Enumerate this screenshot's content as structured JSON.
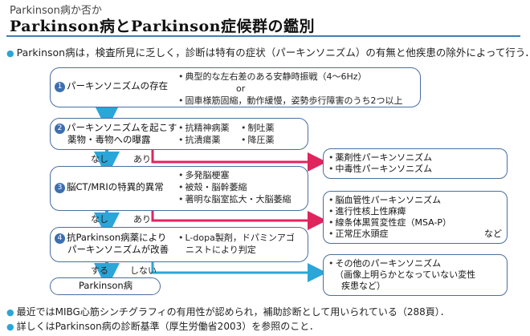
{
  "header": {
    "kicker": "Parkinson病か否か",
    "title": "Parkinson病とParkinson症候群の鑑別"
  },
  "intro": "Parkinson病は，検査所見に乏しく，診断は特有の症状（パーキンソニズム）の有無と他疾患の除外によって行う．",
  "steps": [
    {
      "num": "1",
      "label": [
        "パーキンソニズムの存在"
      ],
      "items": [
        "典型的な左右差のある安静時振戦（4〜6Hz）",
        "or",
        "固車様筋固縮，動作緩慢，姿勢歩行障害のうち2つ以上"
      ]
    },
    {
      "num": "2",
      "label": [
        "パーキンソニズムを起こす",
        "薬物・毒物への曝露"
      ],
      "items_col1": [
        "抗精神病薬",
        "抗潰瘍薬"
      ],
      "items_col2": [
        "制吐薬",
        "降圧薬"
      ]
    },
    {
      "num": "3",
      "label": [
        "脳CT/MRIの特異的異常"
      ],
      "items": [
        "多発脳梗塞",
        "被殻・脳幹萎縮",
        "著明な脳室拡大・大脳萎縮"
      ]
    },
    {
      "num": "4",
      "label": [
        "抗Parkinson病薬により",
        "パーキンソニズムが改善"
      ],
      "items": [
        "L-dopa製剤，ドパミンアゴ",
        "ニストにより判定"
      ]
    }
  ],
  "final": "Parkinson病",
  "branches": {
    "no1": "なし",
    "yes1": "あり",
    "no2": "なし",
    "yes2": "あり",
    "yes3": "する",
    "no3": "しない"
  },
  "outcomes": [
    {
      "items": [
        "薬剤性パーキンソニズム",
        "中毒性パーキンソニズム"
      ]
    },
    {
      "items": [
        "脳血管性パーキンソニズム",
        "進行性核上性麻痺",
        "線条体黒質変性症（MSA-P）",
        "正常圧水頭症"
      ],
      "extra": "など"
    },
    {
      "items": [
        "その他のパーキンソニズム"
      ],
      "note": [
        "（画像上明らかとなっていない変性",
        "疾患など）"
      ]
    }
  ],
  "footnotes": [
    "最近ではMIBG心筋シンチグラフィの有用性が認められ，補助診断として用いられている（288頁）．",
    "詳しくはParkinson病の診断基準（厚生労働省2003）を参照のこと．"
  ],
  "colors": {
    "box_border": "#4a6ea0",
    "arrow_blue": "#2aa6d8",
    "arrow_red": "#e0245e",
    "rule": "#3c7fb8"
  }
}
